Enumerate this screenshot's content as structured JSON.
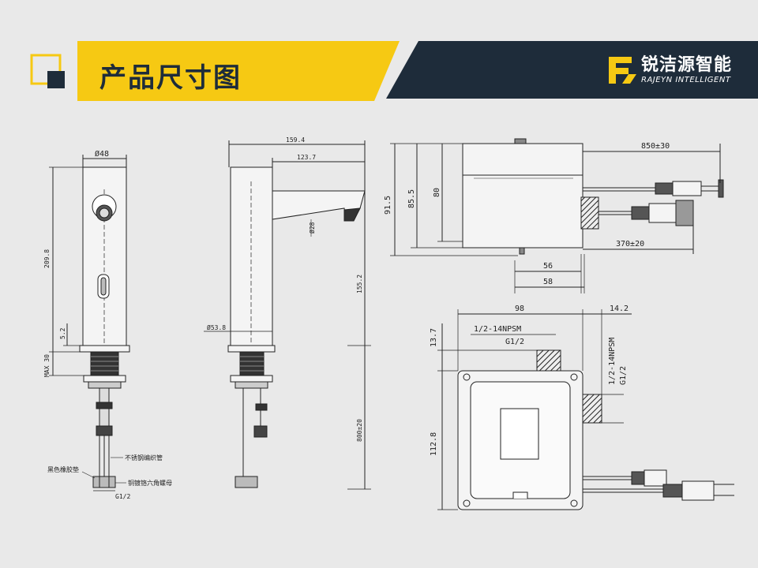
{
  "header": {
    "title": "产品尺寸图",
    "brand_name": "锐洁源智能",
    "brand_sub": "RAJEYN INTELLIGENT",
    "colors": {
      "yellow": "#f6c913",
      "navy": "#1e2c3a",
      "background": "#e9e9e9"
    }
  },
  "front_view": {
    "width": "Ø48",
    "height": "209.8",
    "thread": "5.2",
    "max": "MAX 30",
    "hose_label": "不锈钢编织管",
    "gasket_label": "黑色橡胶垫",
    "nut_label": "铜镀铬六角螺母",
    "thread_size": "G1/2"
  },
  "side_view": {
    "total_length": "159.4",
    "spout_length": "123.7",
    "spout_diameter": "Ø28",
    "base_diameter": "Ø53.8",
    "body_height": "155.2",
    "hose_length": "800±20"
  },
  "control_box_top": {
    "cable_upper": "850±30",
    "cable_lower": "370±20",
    "h_total": "91.5",
    "h_mid": "85.5",
    "h_box": "80",
    "w_inner": "56",
    "w_outer": "58"
  },
  "control_box_front": {
    "width": "98",
    "side_offset": "14.2",
    "top_offset": "13.7",
    "height": "112.8",
    "inlet_top_label": "1/2-14NPSM",
    "inlet_top_sub": "G1/2",
    "inlet_side_label": "1/2-14NPSM",
    "inlet_side_sub": "G1/2"
  }
}
